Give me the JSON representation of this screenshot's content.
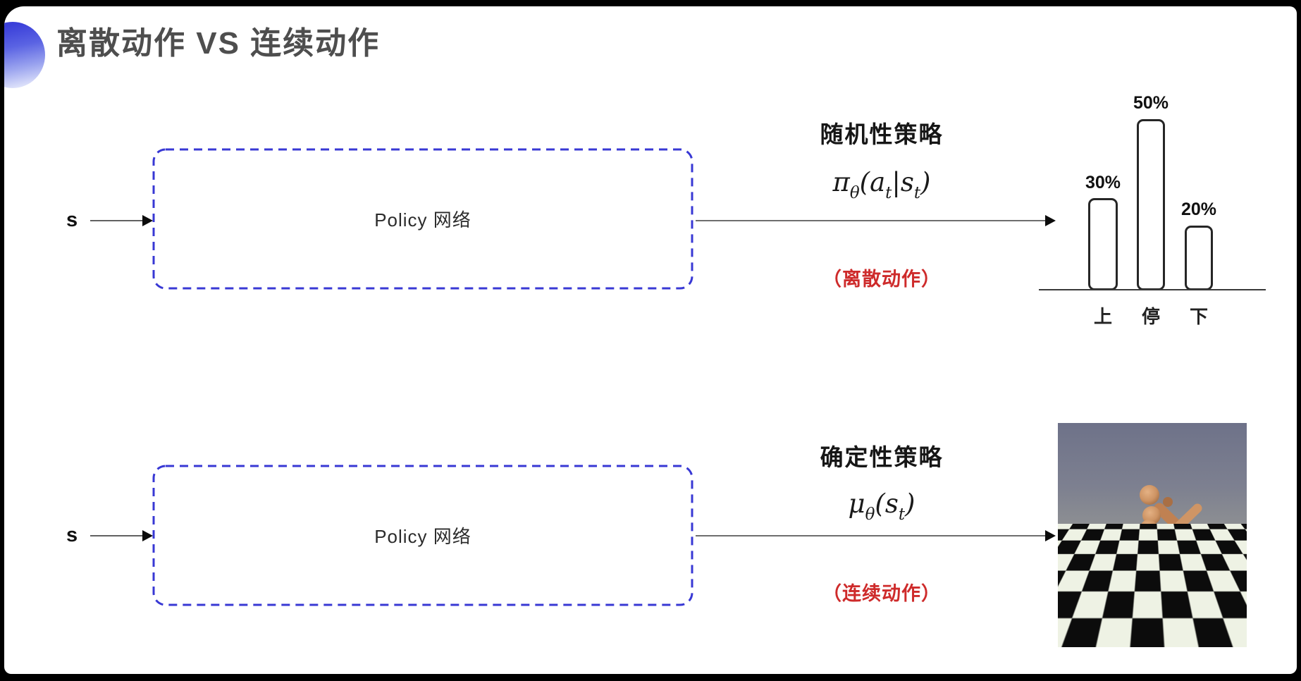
{
  "slide": {
    "title": "离散动作 VS 连续动作",
    "accent_color": "#3838d4",
    "note_color": "#ce2b2b"
  },
  "top_flow": {
    "input_label": "s",
    "box_label": "Policy 网络",
    "policy_label": "随机性策略",
    "formula_parts": [
      "π",
      "θ",
      "(",
      "a",
      "t",
      "|",
      "s",
      "t",
      ")"
    ],
    "action_note": "（离散动作）"
  },
  "chart": {
    "bars": [
      {
        "category": "上",
        "value_label": "30%",
        "value": 30
      },
      {
        "category": "停",
        "value_label": "50%",
        "value": 50
      },
      {
        "category": "下",
        "value_label": "20%",
        "value": 20
      }
    ]
  },
  "chart_data": {
    "type": "bar",
    "categories": [
      "上",
      "停",
      "下"
    ],
    "values": [
      30,
      50,
      20
    ],
    "unit": "%",
    "title": "",
    "xlabel": "",
    "ylabel": "",
    "ylim": [
      0,
      60
    ],
    "grid": false,
    "legend": false,
    "bar_style": "outlined-rounded, white fill, black stroke, value labels above bars"
  },
  "bottom_flow": {
    "input_label": "s",
    "box_label": "Policy 网络",
    "policy_label": "确定性策略",
    "formula_parts": [
      "μ",
      "θ",
      "(",
      "s",
      "t",
      ")"
    ],
    "action_note": "（连续动作）",
    "illustration": "mujoco-humanoid-on-checkerboard"
  }
}
